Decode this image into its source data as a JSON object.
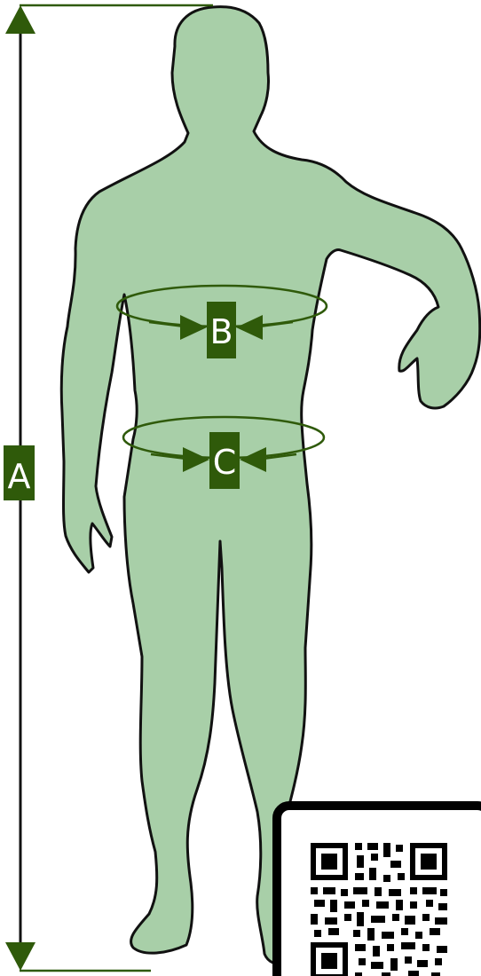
{
  "labels": {
    "height": "A",
    "waist": "B",
    "hips": "C"
  },
  "colors": {
    "body_fill": "#a8cfa8",
    "body_stroke": "#111111",
    "accent": "#2f5a0a",
    "label_text": "#ffffff",
    "background": "#ffffff"
  },
  "icons": {
    "qr": "qr-code-icon"
  }
}
